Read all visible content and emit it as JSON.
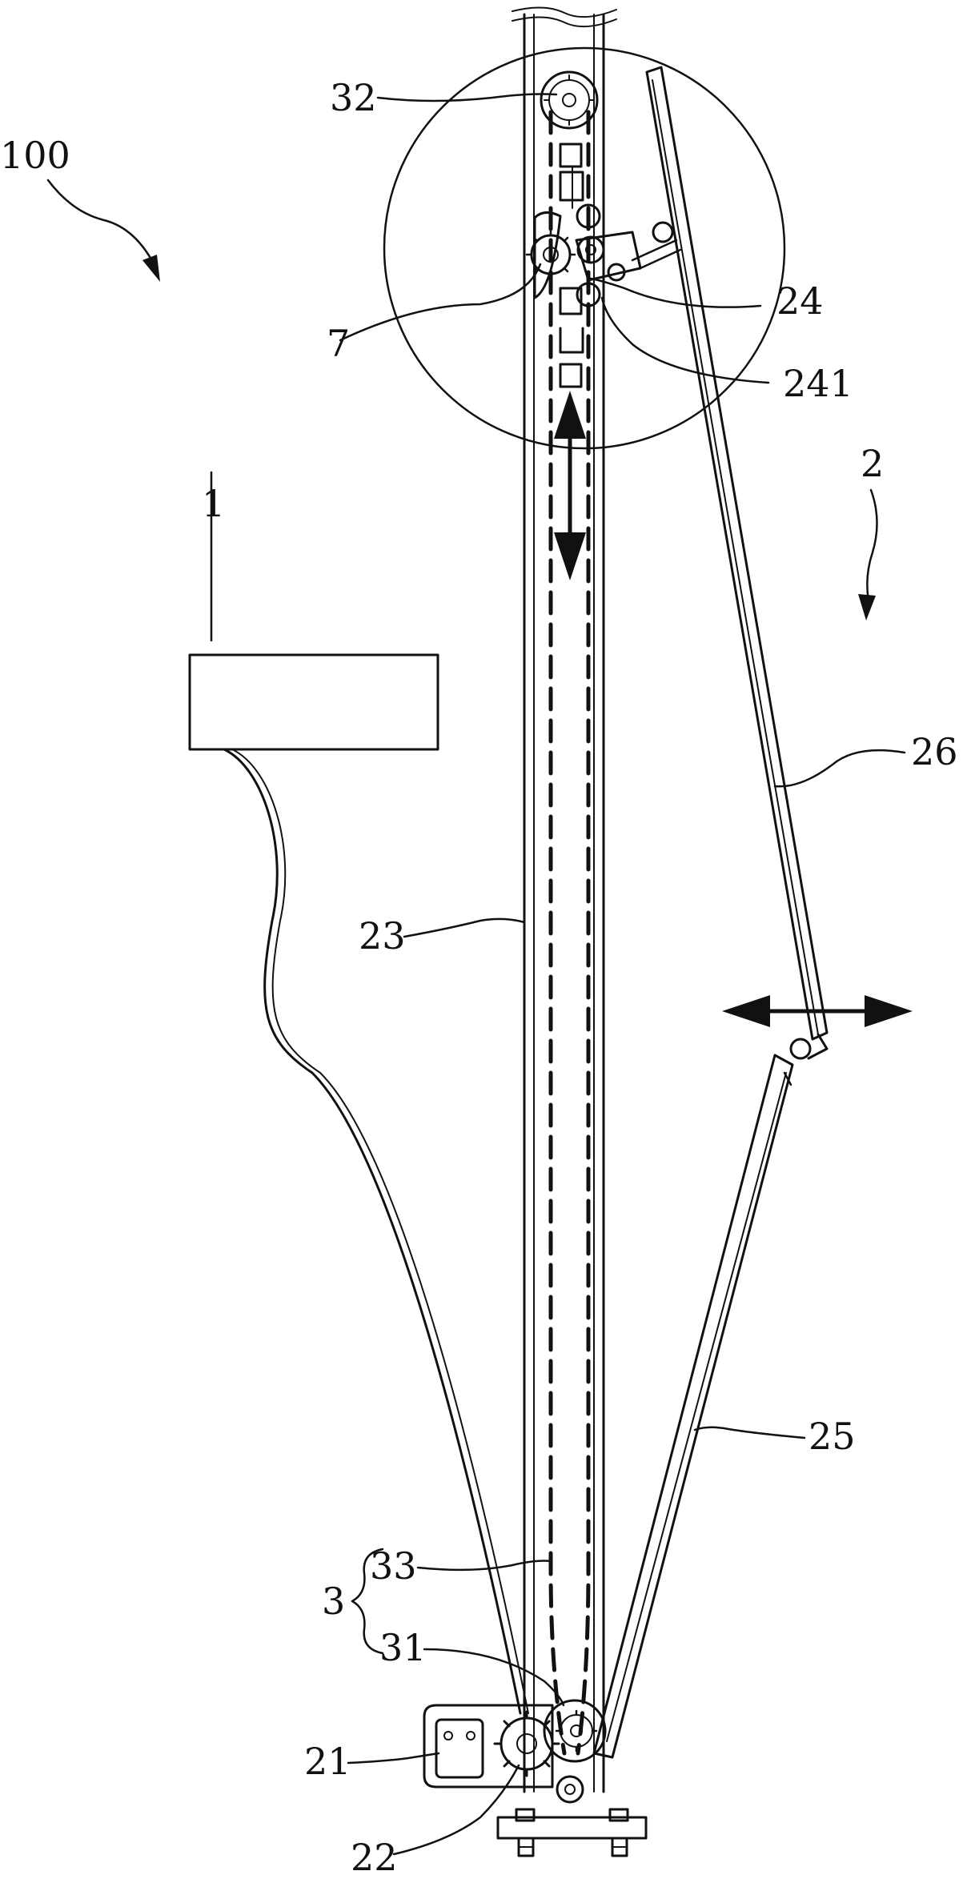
{
  "labels": {
    "l100": "100",
    "l32": "32",
    "l7": "7",
    "l24": "24",
    "l241": "241",
    "l2": "2",
    "l1": "1",
    "l26": "26",
    "l23": "23",
    "l25": "25",
    "l3": "3",
    "l33": "33",
    "l31": "31",
    "l21": "21",
    "l22": "22"
  },
  "colors": {
    "line": "#111111",
    "background": "#ffffff"
  }
}
